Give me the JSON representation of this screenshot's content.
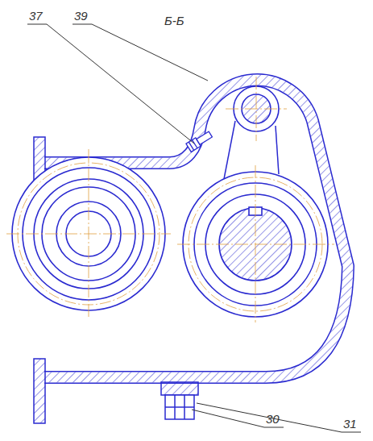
{
  "diagram": {
    "labels": [
      "37",
      "39",
      "Б-Б",
      "30",
      "31"
    ]
  }
}
